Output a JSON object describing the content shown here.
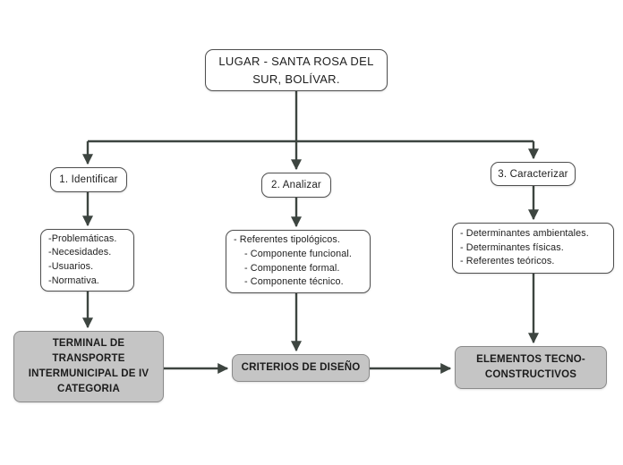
{
  "colors": {
    "background": "#ffffff",
    "connector_line": "#3d4540",
    "node_border": "#4f4f4f",
    "outcome_fill": "#c5c5c5",
    "outcome_border": "#8a8a8a",
    "text": "#1d1d1d"
  },
  "diagram": {
    "root": {
      "label": "LUGAR - SANTA ROSA DEL SUR, BOLÍVAR."
    },
    "steps": [
      {
        "label": "1. Identificar"
      },
      {
        "label": "2. Analizar"
      },
      {
        "label": "3. Caracterizar"
      }
    ],
    "details": [
      {
        "lines": [
          "-Problemáticas.",
          "-Necesidades.",
          "-Usuarios.",
          "-Normativa."
        ]
      },
      {
        "lines": [
          "- Referentes tipológicos.",
          "- Componente funcional.",
          "- Componente formal.",
          "- Componente técnico."
        ]
      },
      {
        "lines": [
          "- Determinantes ambientales.",
          "- Determinantes físicas.",
          "- Referentes teóricos."
        ]
      }
    ],
    "outcomes": [
      {
        "label": "TERMINAL DE TRANSPORTE INTERMUNICIPAL DE IV CATEGORIA"
      },
      {
        "label": "CRITERIOS DE DISEÑO"
      },
      {
        "label": "ELEMENTOS TECNO-CONSTRUCTIVOS"
      }
    ]
  }
}
